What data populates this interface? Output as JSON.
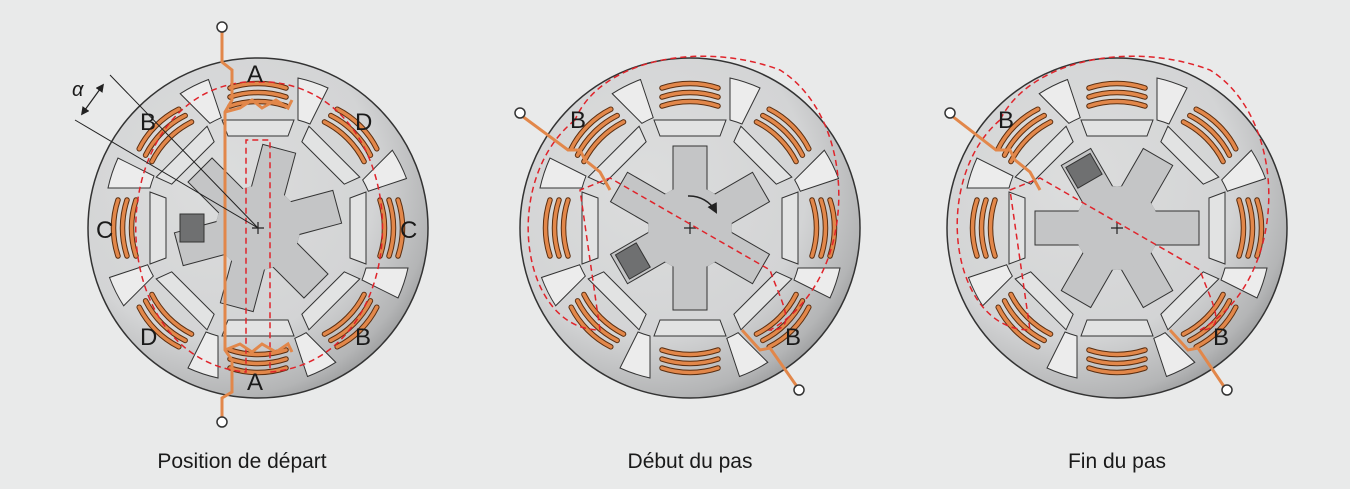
{
  "diagrams": [
    {
      "caption": "Position de départ",
      "rotor_angle_deg": 0,
      "energized_pole": "A",
      "annotation": "α",
      "pole_labels": {
        "top": "A",
        "top_left": "B",
        "top_right": "D",
        "left": "C",
        "right": "C",
        "bottom_left": "D",
        "bottom_right": "B",
        "bottom": "A"
      }
    },
    {
      "caption": "Début du pas",
      "rotor_angle_deg": 0,
      "energized_pole": "B",
      "rotation_arrow": true,
      "pole_labels": {
        "top_left": "B",
        "bottom_right": "B"
      }
    },
    {
      "caption": "Fin du pas",
      "rotor_angle_deg": 15,
      "energized_pole": "B",
      "pole_labels": {
        "top_left": "B",
        "bottom_right": "B"
      }
    }
  ],
  "colors": {
    "background": "#e9eaea",
    "stator": "#d3d4d5",
    "stator_shadow": "#8f9091",
    "rotor": "#c4c5c6",
    "rotor_tip": "#6f7071",
    "coil": "#e2874a",
    "flux_line": "#e0242b",
    "outline": "#333333"
  }
}
